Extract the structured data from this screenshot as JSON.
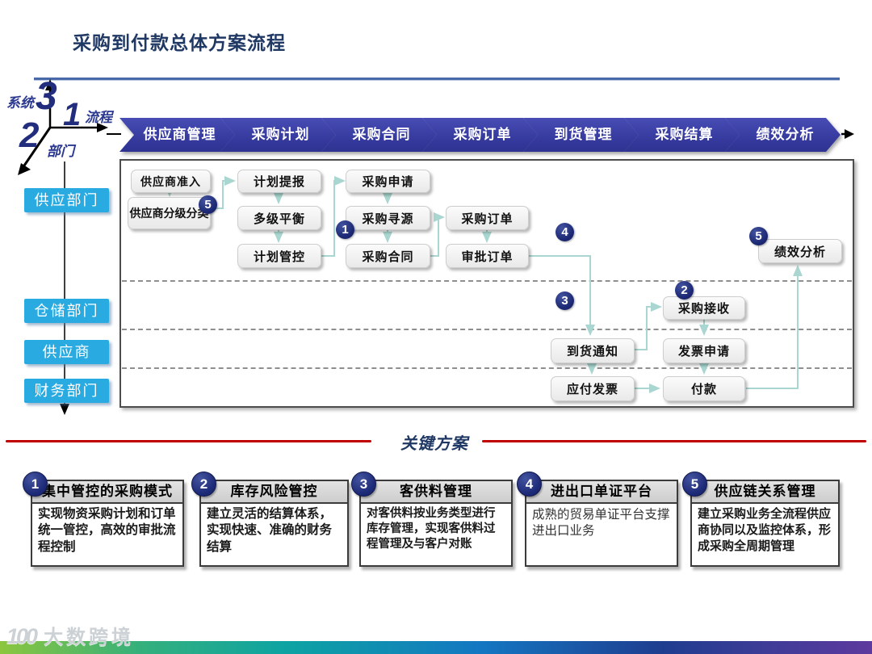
{
  "title": "采购到付款总体方案流程",
  "axis": {
    "system": "系统",
    "process": "流程",
    "dept": "部门",
    "n_system": "3",
    "n_process": "1",
    "n_dept": "2"
  },
  "chevrons": [
    "供应商管理",
    "采购计划",
    "采购合同",
    "采购订单",
    "到货管理",
    "采购结算",
    "绩效分析"
  ],
  "departments": [
    "供应部门",
    "仓储部门",
    "供应商",
    "财务部门"
  ],
  "flow": {
    "nodes": [
      {
        "label": "供应商准入"
      },
      {
        "label": "供应商分级分类"
      },
      {
        "label": "计划提报"
      },
      {
        "label": "多级平衡"
      },
      {
        "label": "计划管控"
      },
      {
        "label": "采购申请"
      },
      {
        "label": "采购寻源"
      },
      {
        "label": "采购合同"
      },
      {
        "label": "采购订单"
      },
      {
        "label": "审批订单"
      },
      {
        "label": "绩效分析"
      },
      {
        "label": "采购接收"
      },
      {
        "label": "到货通知"
      },
      {
        "label": "发票申请"
      },
      {
        "label": "应付发票"
      },
      {
        "label": "付款"
      }
    ],
    "badges": [
      {
        "n": "5"
      },
      {
        "n": "1"
      },
      {
        "n": "4"
      },
      {
        "n": "3"
      },
      {
        "n": "2"
      },
      {
        "n": "5"
      }
    ]
  },
  "key": {
    "heading": "关键方案",
    "cards": [
      {
        "num": "1",
        "title": "集中管控的采购模式",
        "body": "实现物资采购计划和订单统一管控，高效的审批流程控制"
      },
      {
        "num": "2",
        "title": "库存风险管控",
        "body": "建立灵活的结算体系，实现快速、准确的财务结算"
      },
      {
        "num": "3",
        "title": "客供料管理",
        "body": "对客供料按业务类型进行库存管理，实现客供料过程管理及与客户对账"
      },
      {
        "num": "4",
        "title": "进出口单证平台",
        "body": "成熟的贸易单证平台支撑进出口业务"
      },
      {
        "num": "5",
        "title": "供应链关系管理",
        "body": "建立采购业务全流程供应商协同以及监控体系，形成采购全周期管理"
      }
    ]
  },
  "watermark": {
    "logo": "100",
    "brand": "大数跨境"
  },
  "colors": {
    "chevron_blue": "#34389b",
    "badge_navy": "#1d2a78",
    "dept_cyan": "#29abe2",
    "title_navy": "#1f3864",
    "rule_blue": "#4a69a8",
    "key_red": "#c00000",
    "connector_teal": "#a9d6d0"
  }
}
